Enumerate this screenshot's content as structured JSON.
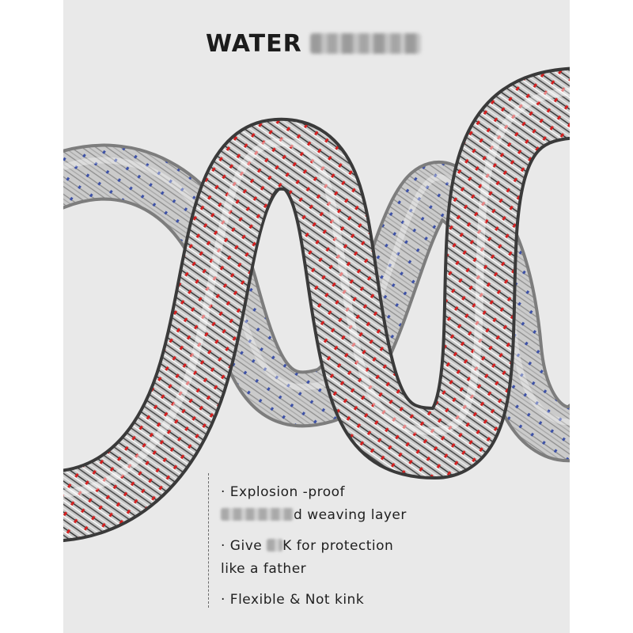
{
  "title": {
    "text": "WATER",
    "redacted": "blurred word"
  },
  "features": [
    {
      "line1": "· Explosion -proof",
      "line2_suffix": "d weaving layer"
    },
    {
      "line1_prefix": "· Give ",
      "line1_suffix": "K for protection",
      "line2": "like a father"
    },
    {
      "line1": "· Flexible & Not kink"
    }
  ],
  "colors": {
    "background": "#e9e9e9",
    "text": "#1c1c1c",
    "braid_red": "#d42020",
    "braid_blue": "#3a4fa8",
    "steel": "#9a9a9a"
  },
  "icons": {
    "hose_image": "braided-steel-hose-illustration"
  }
}
